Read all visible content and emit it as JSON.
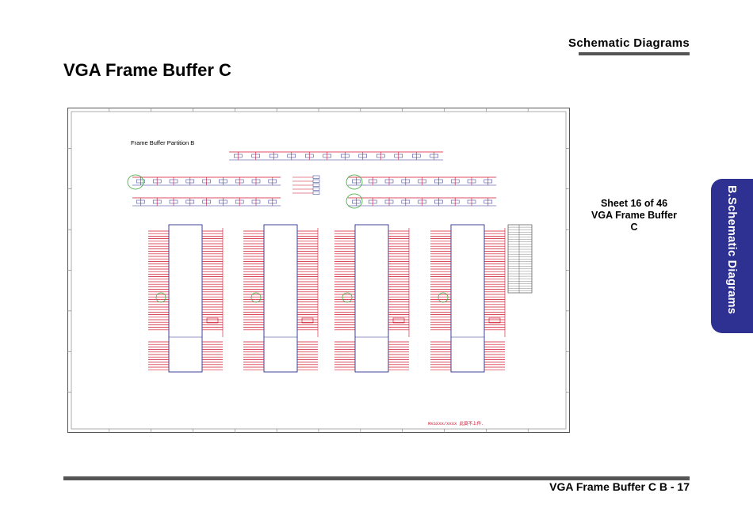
{
  "header": {
    "section": "Schematic  Diagrams"
  },
  "page_title": "VGA Frame Buffer C",
  "sheet_info": {
    "line1": "Sheet 16 of 46",
    "line2": "VGA Frame Buffer",
    "line3": "C"
  },
  "side_tab": {
    "label": "B.Schematic Diagrams",
    "color": "#2e3192"
  },
  "footer": {
    "text": "VGA Frame Buffer C  B  -  17"
  },
  "schematic": {
    "partition_label": "Frame Buffer Partition B",
    "note": "MXSXXX/XXXX 此頁不上件.",
    "colors": {
      "wire": "#d0102a",
      "part": "#2a2f8c",
      "green": "#33aa33",
      "frame": "#555555"
    }
  }
}
